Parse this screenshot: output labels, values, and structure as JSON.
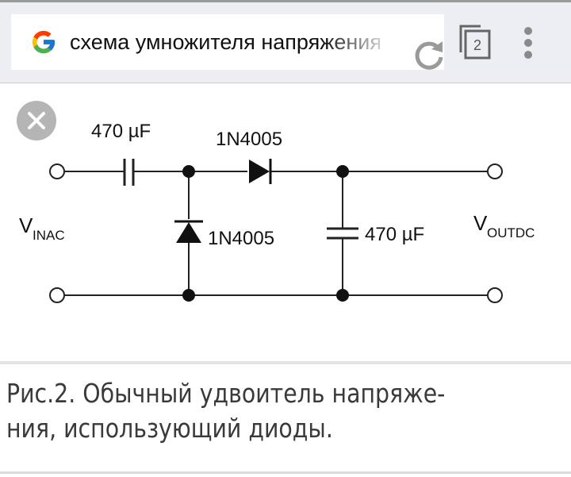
{
  "toolbar": {
    "search_query": "схема умножителя напряжения",
    "tab_count": "2",
    "icons": [
      "google-logo-icon",
      "reload-icon",
      "tabs-icon",
      "menu-icon"
    ]
  },
  "image_overlay": {
    "close_icon": "close-icon"
  },
  "circuit": {
    "capacitor_1": "470 µF",
    "diode_1": "1N4005",
    "diode_2": "1N4005",
    "capacitor_2": "470 µF",
    "input_label_main": "V",
    "input_label_sub": "INAC",
    "output_label_main": "V",
    "output_label_sub": "OUTDC"
  },
  "caption": {
    "line1": "Рис.2. Обычный удвоитель напряже-",
    "line2": "ния, использующий диоды."
  }
}
